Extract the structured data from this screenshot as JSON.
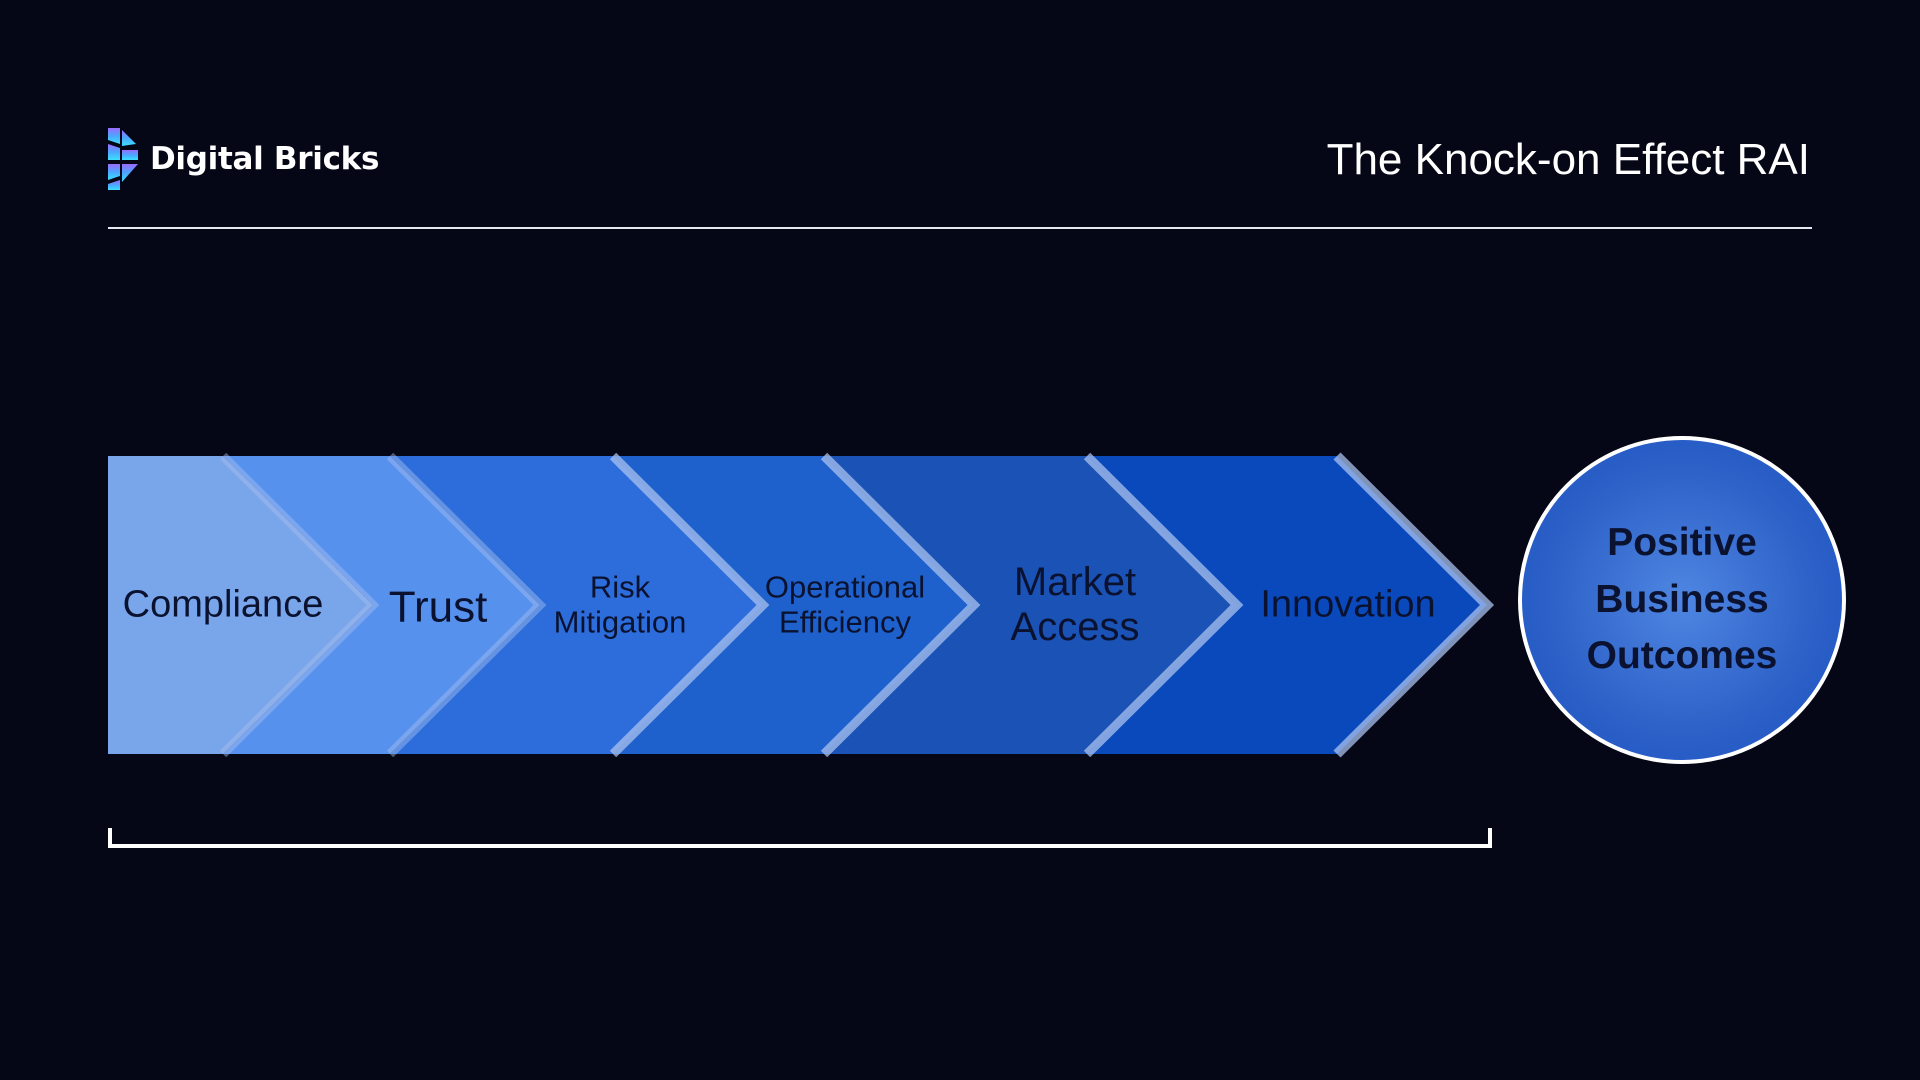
{
  "header": {
    "brand": "Digital Bricks",
    "logo_icon": "digital-bricks-logo-icon",
    "title": "The Knock-on Effect RAI"
  },
  "flow": {
    "steps": [
      {
        "label": "Compliance",
        "color": "#79a5ea"
      },
      {
        "label": "Trust",
        "color": "#5691ee"
      },
      {
        "label": "Risk\nMitigation",
        "color": "#2d6ddb"
      },
      {
        "label": "Operational\nEfficiency",
        "color": "#1f61cc"
      },
      {
        "label": "Market\nAccess",
        "color": "#1b52b5"
      },
      {
        "label": "Innovation",
        "color": "#0a49bb"
      }
    ],
    "separator_color": "#a9c2ef"
  },
  "outcome": {
    "label": "Positive\nBusiness\nOutcomes"
  }
}
